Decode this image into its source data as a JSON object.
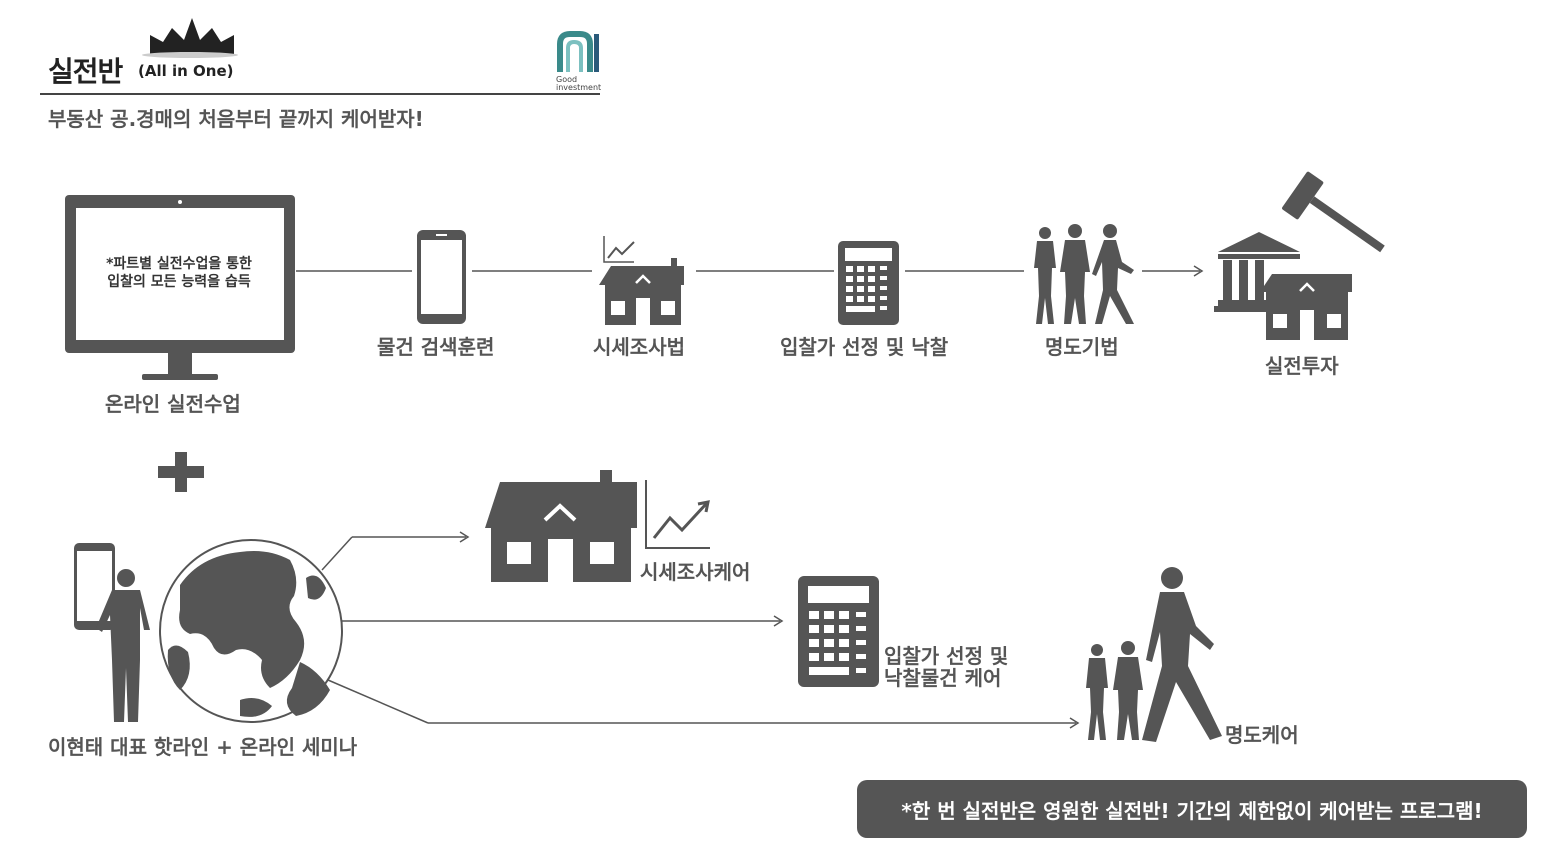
{
  "header": {
    "title": "실전반",
    "title_suffix": "(All in One)",
    "subtitle": "부동산 공.경매의 처음부터 끝까지 케어받자!",
    "logo_caption": [
      "Good",
      "investment"
    ]
  },
  "top_flow": {
    "monitor_text": [
      "*파트별 실전수업을 통한",
      "입찰의 모든 능력을 습득"
    ],
    "steps": [
      {
        "label": "온라인 실전수업",
        "icon": "monitor-icon"
      },
      {
        "label": "물건 검색훈련",
        "icon": "smartphone-icon"
      },
      {
        "label": "시세조사법",
        "icon": "house-chart-icon"
      },
      {
        "label": "입찰가 선정 및 낙찰",
        "icon": "calculator-icon"
      },
      {
        "label": "명도기법",
        "icon": "people-walking-icon"
      },
      {
        "label": "실전투자",
        "icon": "court-gavel-icon"
      }
    ]
  },
  "plus_icon": "plus-icon",
  "bottom_flow": {
    "source_label": "이현태 대표 핫라인 + 온라인 세미나",
    "targets": [
      {
        "label": "시세조사케어",
        "icon": "house-chart-icon"
      },
      {
        "label_lines": [
          "입찰가 선정 및",
          "낙찰물건 케어"
        ],
        "icon": "calculator-icon"
      },
      {
        "label": "명도케어",
        "icon": "people-walking-icon"
      }
    ]
  },
  "banner": "*한 번 실전반은 영원한 실전반! 기간의 제한없이 케어받는 프로그램!",
  "colors": {
    "icon": "#555555",
    "text": "#555555",
    "banner_bg": "#555555",
    "banner_text": "#ffffff"
  }
}
